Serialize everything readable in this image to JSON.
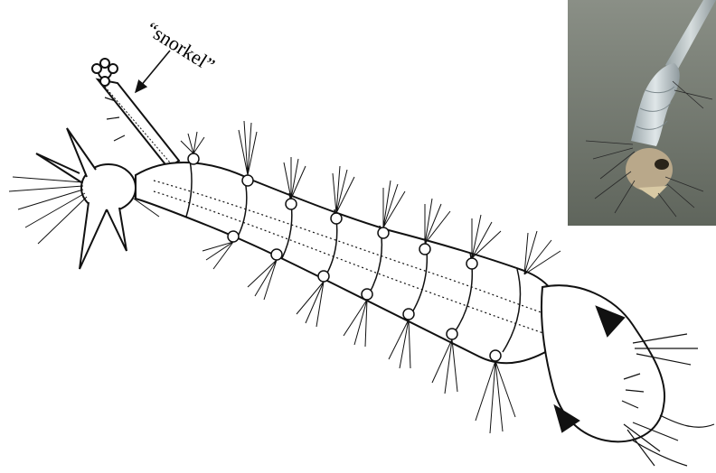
{
  "annotation": {
    "label": "“snorkel”"
  },
  "colors": {
    "ink": "#111111",
    "paper": "#ffffff",
    "photo_bg_top": "#8a8f86",
    "photo_bg_bottom": "#5f655c",
    "larva_body": "#c9d2d6",
    "larva_head": "#b9a88a"
  },
  "icons": {
    "drawing": "larva-line-drawing",
    "photo": "larva-photograph"
  }
}
